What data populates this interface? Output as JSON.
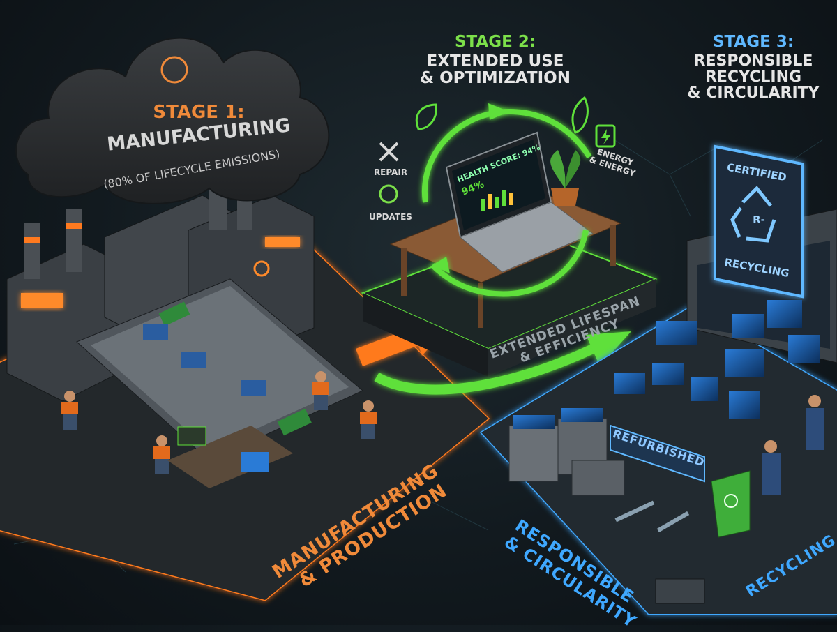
{
  "stage1": {
    "label": "STAGE 1:",
    "title": "MANUFACTURING",
    "subtitle": "(80% OF LIFECYCLE EMISSIONS)",
    "floor_label_line1": "MANUFACTURING",
    "floor_label_line2": "& PRODUCTION"
  },
  "stage2": {
    "label": "STAGE 2:",
    "title_line1": "EXTENDED USE",
    "title_line2": "& OPTIMIZATION",
    "repair": "REPAIR",
    "updates": "UPDATES",
    "energy_line1": "ENERGY",
    "energy_line2": "& ENERGY",
    "health_score": "HEALTH SCORE: 94%",
    "health_value": "94%",
    "platform_line1": "EXTENDED LIFESPAN",
    "platform_line2": "& EFFICIENCY"
  },
  "stage3": {
    "label": "STAGE 3:",
    "title_line1": "RESPONSIBLE",
    "title_line2": "RECYCLING",
    "title_line3": "& CIRCULARITY",
    "sign_line1": "CERTIFIED",
    "sign_mid": "R-",
    "sign_line2": "RECYCLING",
    "refurbished": "REFURBISHED",
    "floor_label_line1": "RESPONSIBLE",
    "floor_label_line2": "& CIRCULARITY",
    "floor_label_right": "RECYCLING"
  },
  "colors": {
    "orange": "#f08a3a",
    "green": "#5fe03a",
    "blue": "#3fa8ff"
  }
}
